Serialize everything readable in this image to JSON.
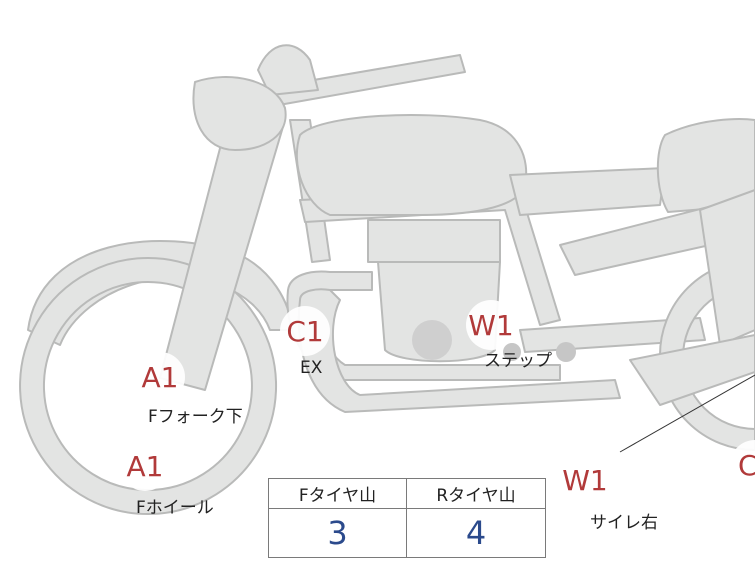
{
  "markers": [
    {
      "id": "a1-fork",
      "code": "A1",
      "label": "Fフォーク下"
    },
    {
      "id": "a1-wheel",
      "code": "A1",
      "label": "Fホイール"
    },
    {
      "id": "c1-ex",
      "code": "C1",
      "label": "EX"
    },
    {
      "id": "w1-step",
      "code": "W1",
      "label": "ステップ"
    },
    {
      "id": "w1-side",
      "code": "W1",
      "label": "サイレ右"
    },
    {
      "id": "c-edge",
      "code": "C",
      "label": ""
    }
  ],
  "tire_table": {
    "headers": [
      "Fタイヤ山",
      "Rタイヤ山"
    ],
    "values": [
      "3",
      "4"
    ]
  },
  "colors": {
    "body_fill": "#e3e4e3",
    "outline": "#b9bab9",
    "marker_text": "#b13a3a",
    "table_value": "#2b4a8c"
  }
}
